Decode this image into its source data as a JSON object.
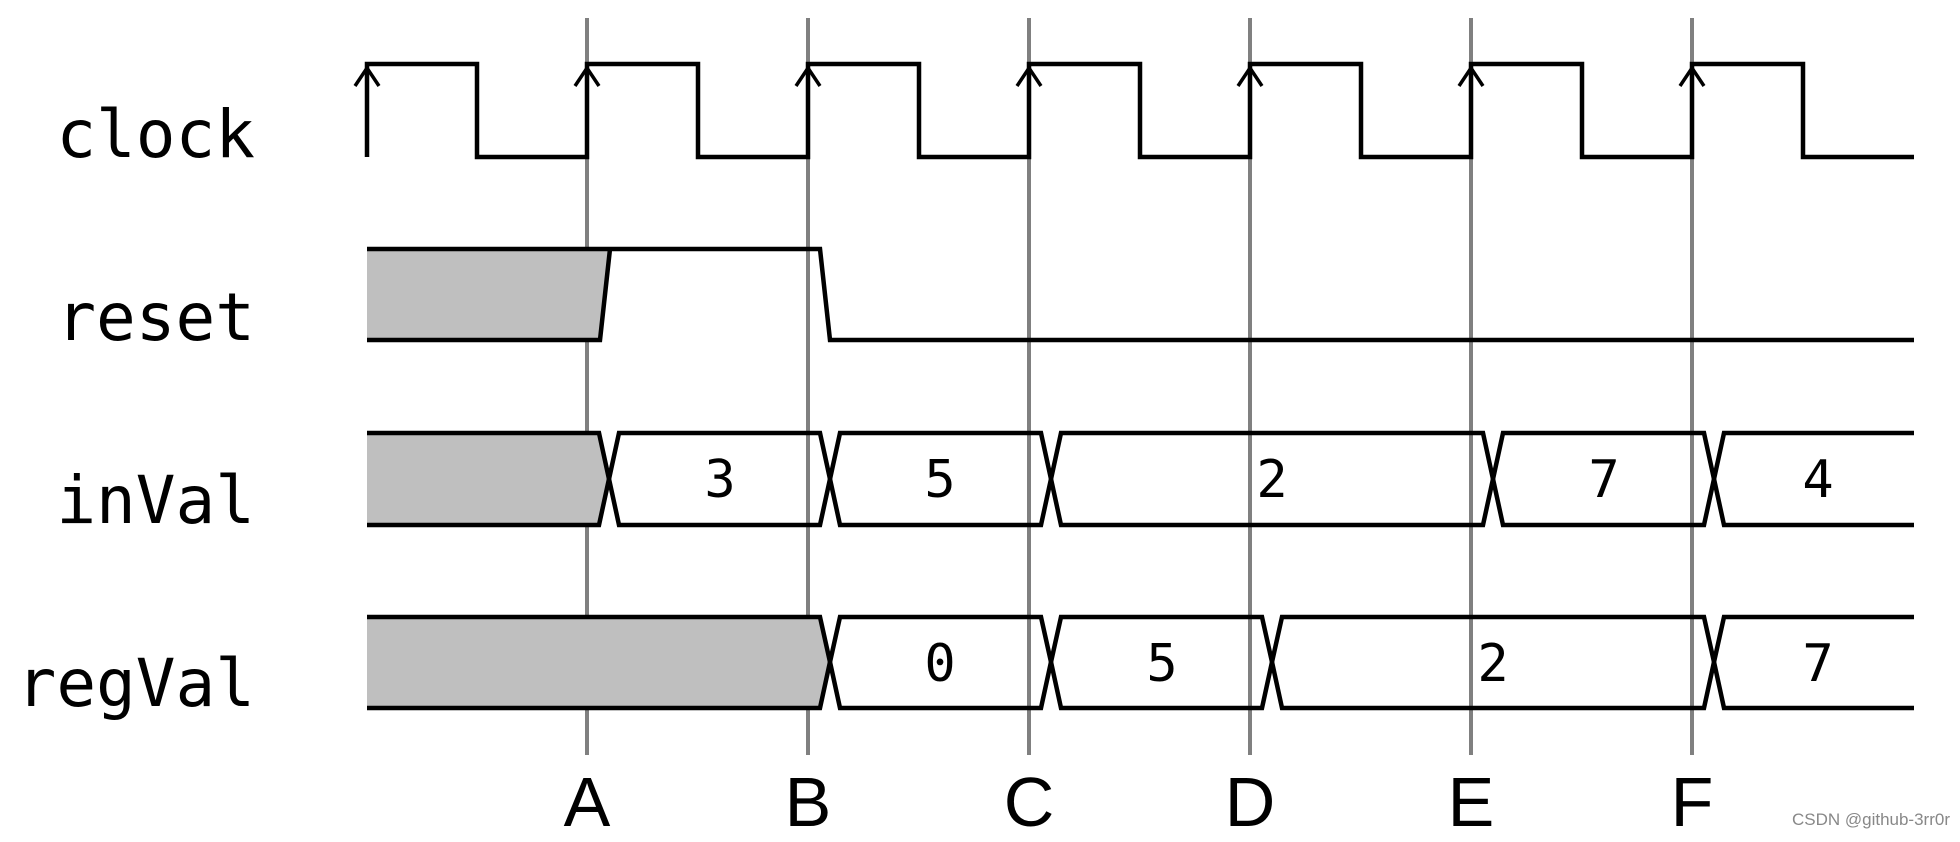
{
  "signals": [
    {
      "name": "clock"
    },
    {
      "name": "reset"
    },
    {
      "name": "inVal",
      "values": [
        "3",
        "5",
        "2",
        "7",
        "4"
      ]
    },
    {
      "name": "regVal",
      "values": [
        "0",
        "5",
        "2",
        "7"
      ]
    }
  ],
  "markers": [
    "A",
    "B",
    "C",
    "D",
    "E",
    "F"
  ],
  "watermark": "CSDN @github-3rr0r",
  "colors": {
    "line": "#000000",
    "marker_line": "#808080",
    "unknown_fill": "#bfbfbf"
  }
}
